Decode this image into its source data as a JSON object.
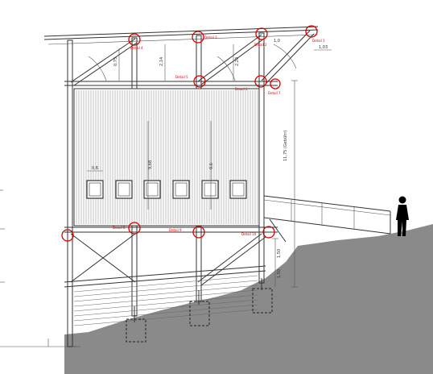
{
  "dimensions": {
    "height_total": "11,75 (Gebühr)",
    "height_mid_a": "2,14",
    "height_mid_b": "2,20",
    "height_left": "0,75",
    "panel_height": "9,68",
    "lower_a": "1,50",
    "lower_b": "1,50",
    "top_right": "1,03",
    "small_a": "0,6",
    "small_b": "1,0",
    "window_w": "0,6"
  },
  "detail_labels": {
    "top_1": "Detail 4",
    "top_2": "Detail 3",
    "top_3": "Detail 2",
    "top_4": "Detail 1",
    "mid_1": "Detail 5",
    "mid_2": "Detail 6",
    "mid_3": "Detail 7",
    "bottom_1": "Detail 8",
    "bottom_2": "Detail 9",
    "bottom_3": "Detail 10"
  },
  "colors": {
    "line": "#333333",
    "detail_mark": "#d40000",
    "ground": "#8a8a8a",
    "silhouette": "#000000"
  }
}
